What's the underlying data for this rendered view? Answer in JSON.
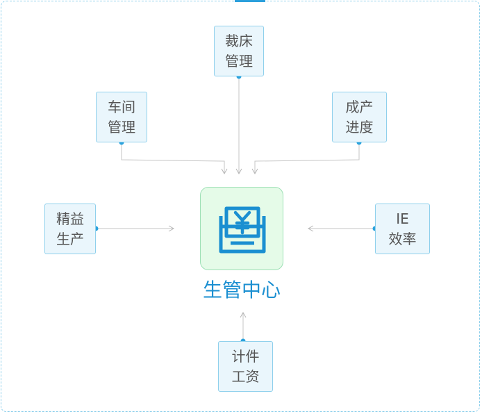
{
  "center": {
    "label": "生管中心",
    "icon": "yen-register-icon"
  },
  "modules": {
    "caichuang": {
      "line1": "裁床",
      "line2": "管理"
    },
    "chejian": {
      "line1": "车间",
      "line2": "管理"
    },
    "chengchan": {
      "line1": "成产",
      "line2": "进度"
    },
    "jingyi": {
      "line1": "精益",
      "line2": "生产"
    },
    "ie": {
      "line1": "IE",
      "line2": "效率"
    },
    "jijian": {
      "line1": "计件",
      "line2": "工资"
    }
  },
  "colors": {
    "accent": "#1b8fd1",
    "node_fill": "#eaf6fc",
    "node_border": "#8fd0ec",
    "hub_fill": "#e5fbe8",
    "connector": "#bbbbbb"
  }
}
